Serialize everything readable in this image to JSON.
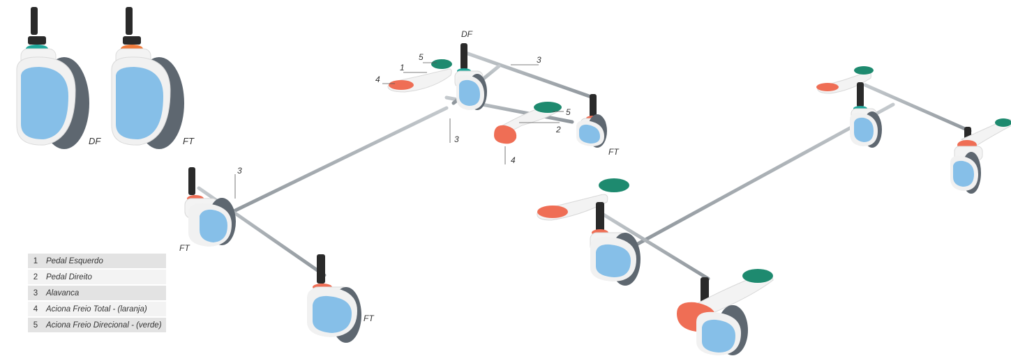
{
  "callouts": {
    "caster_df": "DF",
    "caster_ft": "FT",
    "mech1_df": "DF",
    "mech1_ft_a": "FT",
    "mech1_ft_b": "FT",
    "mech1_ft_c": "FT",
    "n5a": "5",
    "n1": "1",
    "n4a": "4",
    "n3a": "3",
    "n3b": "3",
    "n5b": "5",
    "n2": "2",
    "n4b": "4",
    "n3c": "3"
  },
  "legend": [
    {
      "num": "1",
      "text": "Pedal Esquerdo"
    },
    {
      "num": "2",
      "text": "Pedal Direito"
    },
    {
      "num": "3",
      "text": "Alavanca"
    },
    {
      "num": "4",
      "text": "Aciona Freio Total - (laranja)"
    },
    {
      "num": "5",
      "text": "Aciona Freio Direcional - (verde)"
    }
  ],
  "colors": {
    "pedal_orange": "#ef6e55",
    "pedal_green": "#1e8a6f",
    "wheel_blue": "#82bde7",
    "wheel_grey": "#5e6770",
    "shell_white": "#f3f3f3",
    "rod_grey": "#a3aab0"
  }
}
